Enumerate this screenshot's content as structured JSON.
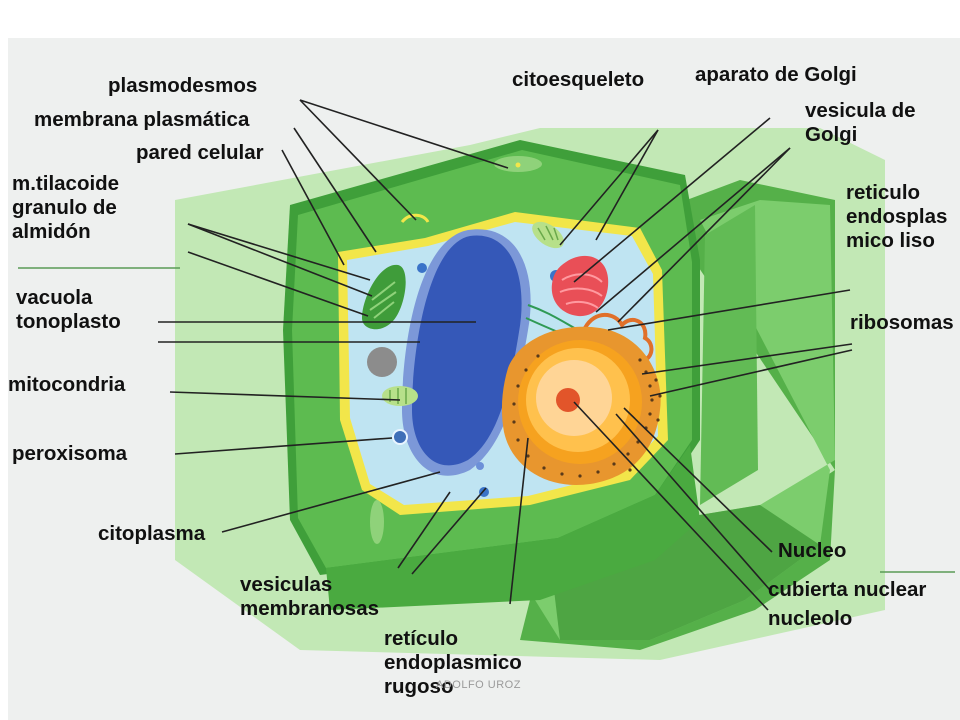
{
  "labels": {
    "plasmodesmos": "plasmodesmos",
    "membrana_plasmatica": "membrana plasmática",
    "pared_celular": "pared celular",
    "tilacoide_l1": "m.tilacoide",
    "tilacoide_l2": "granulo de",
    "tilacoide_l3": "almidón",
    "vacuola": "vacuola",
    "tonoplasto": "tonoplasto",
    "mitocondria": "mitocondria",
    "peroxisoma": "peroxisoma",
    "citoplasma": "citoplasma",
    "vesiculas_l1": "vesiculas",
    "vesiculas_l2": "membranosas",
    "rer_l1": "retículo",
    "rer_l2": "endoplasmico",
    "rer_l3": "rugoso",
    "citoesqueleto": "citoesqueleto",
    "golgi": "aparato de Golgi",
    "vesicula_golgi_l1": "vesicula de",
    "vesicula_golgi_l2": "Golgi",
    "rel_l1": "reticulo",
    "rel_l2": "endosplas",
    "rel_l3": "mico liso",
    "ribosomas": "ribosomas",
    "nucleo": "Nucleo",
    "cubierta_nuclear": "cubierta nuclear",
    "nucleolo": "nucleolo"
  },
  "credit": "ADOLFO UROZ",
  "colors": {
    "wall_dark": "#4fae45",
    "wall_mid": "#6cc15e",
    "wall_light": "#b6e3a9",
    "cytoplasm": "#bfe4f2",
    "vacuole": "#3558b8",
    "membrane": "#f2e64a",
    "nucleus": "#f6a21f",
    "golgi": "#e94f57"
  }
}
